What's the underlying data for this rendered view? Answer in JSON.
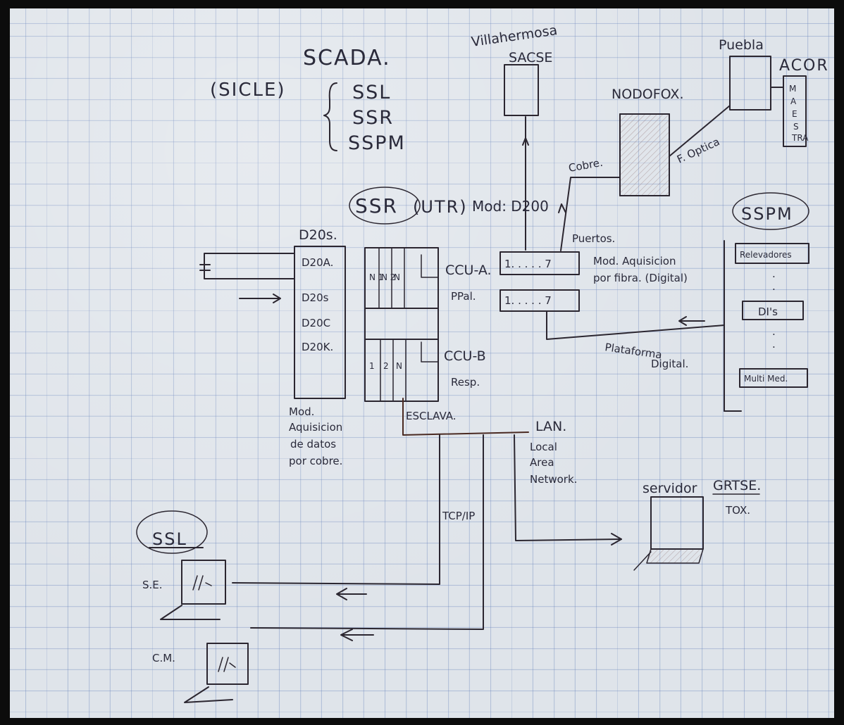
{
  "title": "SCADA.",
  "sicle_label": "(SICLE)",
  "scada_items": [
    "SSL",
    "SSR",
    "SSPM"
  ],
  "villahermosa": {
    "city": "Villahermosa",
    "name": "SACSE"
  },
  "puebla": {
    "city": "Puebla",
    "name": "ACOR",
    "box_letters": [
      "M",
      "A",
      "E",
      "S",
      "TRA"
    ]
  },
  "nodofox": "NODOFOX.",
  "fibra_label": "F. Optica",
  "cobre_label": "Cobre.",
  "ssr_heading": {
    "name": "SSR",
    "utr": "(UTR)",
    "mod": "Mod: D200"
  },
  "puertos": "Puertos.",
  "d20s": {
    "heading": "D20s.",
    "items": [
      "D20A.",
      "D20s",
      "D20C",
      "D20K."
    ]
  },
  "ccu_a": {
    "label": "CCU-A.",
    "sub": "PPal.",
    "slots": [
      "N 1",
      "N 2",
      "N"
    ]
  },
  "ccu_b": {
    "label": "CCU-B",
    "sub": "Resp.",
    "slots": [
      "1",
      "2",
      "N"
    ]
  },
  "ports": {
    "row1": "1. . . . . 7",
    "row2": "1. . . . . 7"
  },
  "mod_fibra": [
    "Mod. Aquisicion",
    "por fibra. (Digital)"
  ],
  "plataforma": [
    "Plataforma",
    "Digital."
  ],
  "sspm": {
    "heading": "SSPM",
    "items": [
      "Relevadores",
      "DI's",
      "Multi Med."
    ]
  },
  "esclava": "ESCLAVA.",
  "mod_cobre": [
    "Mod.",
    "Aquisicion",
    "de datos",
    "por cobre."
  ],
  "lan": {
    "heading": "LAN.",
    "lines": [
      "Local",
      "Area",
      "Network."
    ]
  },
  "tcpip": "TCP/IP",
  "servidor": {
    "label": "servidor",
    "name": "GRTSE.",
    "sub": "TOX."
  },
  "ssl": "SSL",
  "se_label": "S.E.",
  "cm_label": "C.M."
}
